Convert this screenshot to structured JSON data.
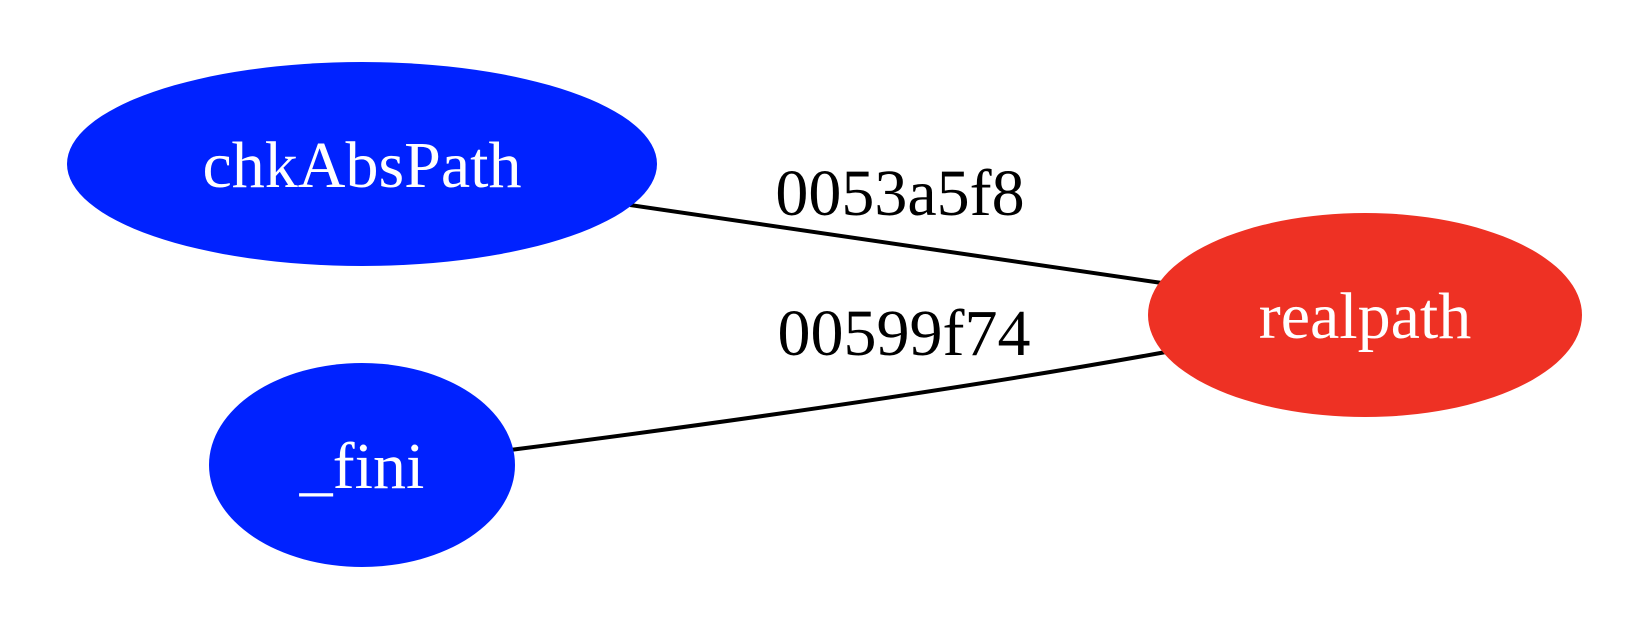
{
  "graph": {
    "nodes": [
      {
        "id": "chkAbsPath",
        "label": "chkAbsPath",
        "color": "#0022ff"
      },
      {
        "id": "fini",
        "label": "_fini",
        "color": "#0022ff"
      },
      {
        "id": "realpath",
        "label": "realpath",
        "color": "#ee3124"
      }
    ],
    "edges": [
      {
        "from": "chkAbsPath",
        "to": "realpath",
        "label": "0053a5f8"
      },
      {
        "from": "fini",
        "to": "realpath",
        "label": "00599f74"
      }
    ]
  },
  "colors": {
    "caller_node": "#0022ff",
    "target_node": "#ee3124",
    "edge": "#000000",
    "node_text": "#ffffff",
    "background": "#ffffff"
  }
}
